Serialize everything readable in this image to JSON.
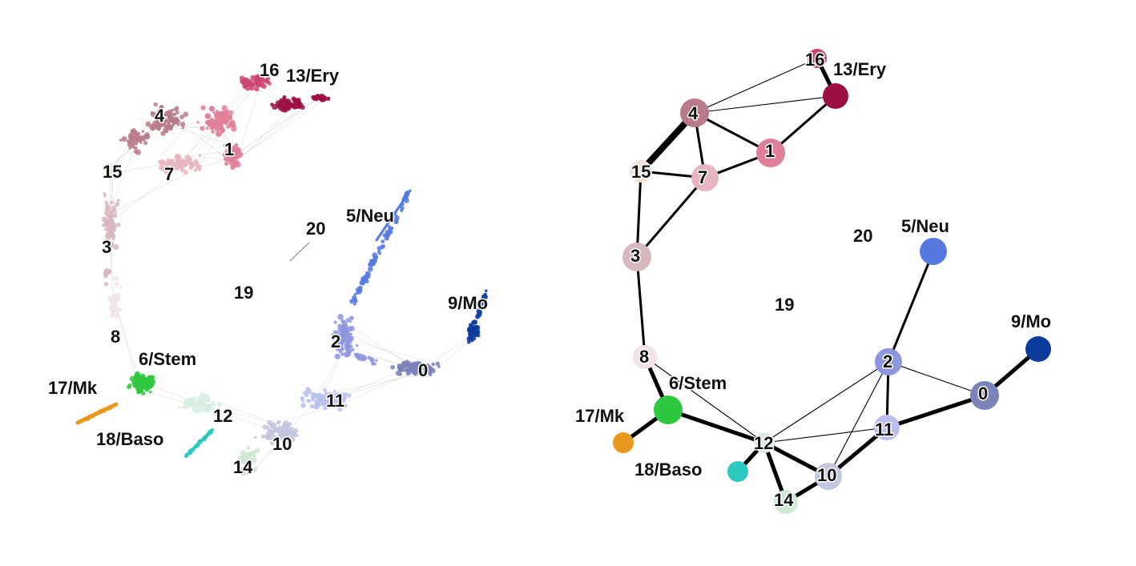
{
  "colors": {
    "c0": "#7b83b8",
    "c1": "#df7f98",
    "c2": "#8e96de",
    "c3": "#d8b8bf",
    "c4": "#b97a89",
    "c5": "#5579e0",
    "c6": "#2ec840",
    "c7": "#e7b5bf",
    "c8": "#f3e3e6",
    "c9": "#0b3c9c",
    "c10": "#c3c6df",
    "c11": "#b9bfec",
    "c12": "#d6eee0",
    "c13": "#9c0f45",
    "c14": "#cfe8d4",
    "c15": "#f2e1d6",
    "c16": "#cc4572",
    "c17": "#e8981e",
    "c18": "#2dc8c0",
    "c19": "#cfe8d6",
    "c20": "#ececec"
  },
  "left_panel": {
    "labels": [
      {
        "id": "16",
        "text": "16"
      },
      {
        "id": "13",
        "text": "13/Ery"
      },
      {
        "id": "4",
        "text": "4"
      },
      {
        "id": "1",
        "text": "1"
      },
      {
        "id": "15",
        "text": "15"
      },
      {
        "id": "7",
        "text": "7"
      },
      {
        "id": "20",
        "text": "20"
      },
      {
        "id": "5",
        "text": "5/Neu"
      },
      {
        "id": "3",
        "text": "3"
      },
      {
        "id": "19",
        "text": "19"
      },
      {
        "id": "9",
        "text": "9/Mo"
      },
      {
        "id": "8",
        "text": "8"
      },
      {
        "id": "2",
        "text": "2"
      },
      {
        "id": "6",
        "text": "6/Stem"
      },
      {
        "id": "0",
        "text": "0"
      },
      {
        "id": "17",
        "text": "17/Mk"
      },
      {
        "id": "11",
        "text": "11"
      },
      {
        "id": "12",
        "text": "12"
      },
      {
        "id": "18",
        "text": "18/Baso"
      },
      {
        "id": "10",
        "text": "10"
      },
      {
        "id": "14",
        "text": "14"
      }
    ]
  },
  "right_panel": {
    "nodes": [
      {
        "id": "0",
        "label": "0",
        "color_key": "c0"
      },
      {
        "id": "1",
        "label": "1",
        "color_key": "c1"
      },
      {
        "id": "2",
        "label": "2",
        "color_key": "c2"
      },
      {
        "id": "3",
        "label": "3",
        "color_key": "c3"
      },
      {
        "id": "4",
        "label": "4",
        "color_key": "c4"
      },
      {
        "id": "5",
        "label": "5/Neu",
        "color_key": "c5"
      },
      {
        "id": "6",
        "label": "6/Stem",
        "color_key": "c6"
      },
      {
        "id": "7",
        "label": "7",
        "color_key": "c7"
      },
      {
        "id": "8",
        "label": "8",
        "color_key": "c8"
      },
      {
        "id": "9",
        "label": "9/Mo",
        "color_key": "c9"
      },
      {
        "id": "10",
        "label": "10",
        "color_key": "c10"
      },
      {
        "id": "11",
        "label": "11",
        "color_key": "c11"
      },
      {
        "id": "12",
        "label": "12",
        "color_key": "c12"
      },
      {
        "id": "13",
        "label": "13/Ery",
        "color_key": "c13"
      },
      {
        "id": "14",
        "label": "14",
        "color_key": "c14"
      },
      {
        "id": "15",
        "label": "15",
        "color_key": "c15"
      },
      {
        "id": "16",
        "label": "16",
        "color_key": "c16"
      },
      {
        "id": "17",
        "label": "17/Mk",
        "color_key": "c17"
      },
      {
        "id": "18",
        "label": "18/Baso",
        "color_key": "c18"
      },
      {
        "id": "19",
        "label": "19",
        "color_key": "c19"
      },
      {
        "id": "20",
        "label": "20",
        "color_key": "c20"
      }
    ],
    "edges": [
      {
        "source": "4",
        "target": "15",
        "weight": "strong"
      },
      {
        "source": "4",
        "target": "7",
        "weight": "medium"
      },
      {
        "source": "4",
        "target": "1",
        "weight": "medium"
      },
      {
        "source": "4",
        "target": "16",
        "weight": "thin"
      },
      {
        "source": "4",
        "target": "13",
        "weight": "thin"
      },
      {
        "source": "16",
        "target": "13",
        "weight": "strong"
      },
      {
        "source": "13",
        "target": "1",
        "weight": "medium"
      },
      {
        "source": "1",
        "target": "7",
        "weight": "medium"
      },
      {
        "source": "15",
        "target": "7",
        "weight": "medium"
      },
      {
        "source": "15",
        "target": "3",
        "weight": "medium"
      },
      {
        "source": "7",
        "target": "3",
        "weight": "medium"
      },
      {
        "source": "3",
        "target": "8",
        "weight": "medium"
      },
      {
        "source": "8",
        "target": "6",
        "weight": "strong"
      },
      {
        "source": "8",
        "target": "12",
        "weight": "thin"
      },
      {
        "source": "6",
        "target": "17",
        "weight": "strong"
      },
      {
        "source": "6",
        "target": "12",
        "weight": "strong"
      },
      {
        "source": "12",
        "target": "18",
        "weight": "strong"
      },
      {
        "source": "12",
        "target": "14",
        "weight": "strong"
      },
      {
        "source": "12",
        "target": "10",
        "weight": "strong"
      },
      {
        "source": "12",
        "target": "11",
        "weight": "thin"
      },
      {
        "source": "12",
        "target": "2",
        "weight": "thin"
      },
      {
        "source": "14",
        "target": "10",
        "weight": "strong"
      },
      {
        "source": "10",
        "target": "11",
        "weight": "strong"
      },
      {
        "source": "10",
        "target": "2",
        "weight": "thin"
      },
      {
        "source": "11",
        "target": "2",
        "weight": "medium"
      },
      {
        "source": "11",
        "target": "0",
        "weight": "strong"
      },
      {
        "source": "2",
        "target": "0",
        "weight": "thin"
      },
      {
        "source": "2",
        "target": "5",
        "weight": "medium"
      },
      {
        "source": "0",
        "target": "9",
        "weight": "strong"
      }
    ]
  }
}
